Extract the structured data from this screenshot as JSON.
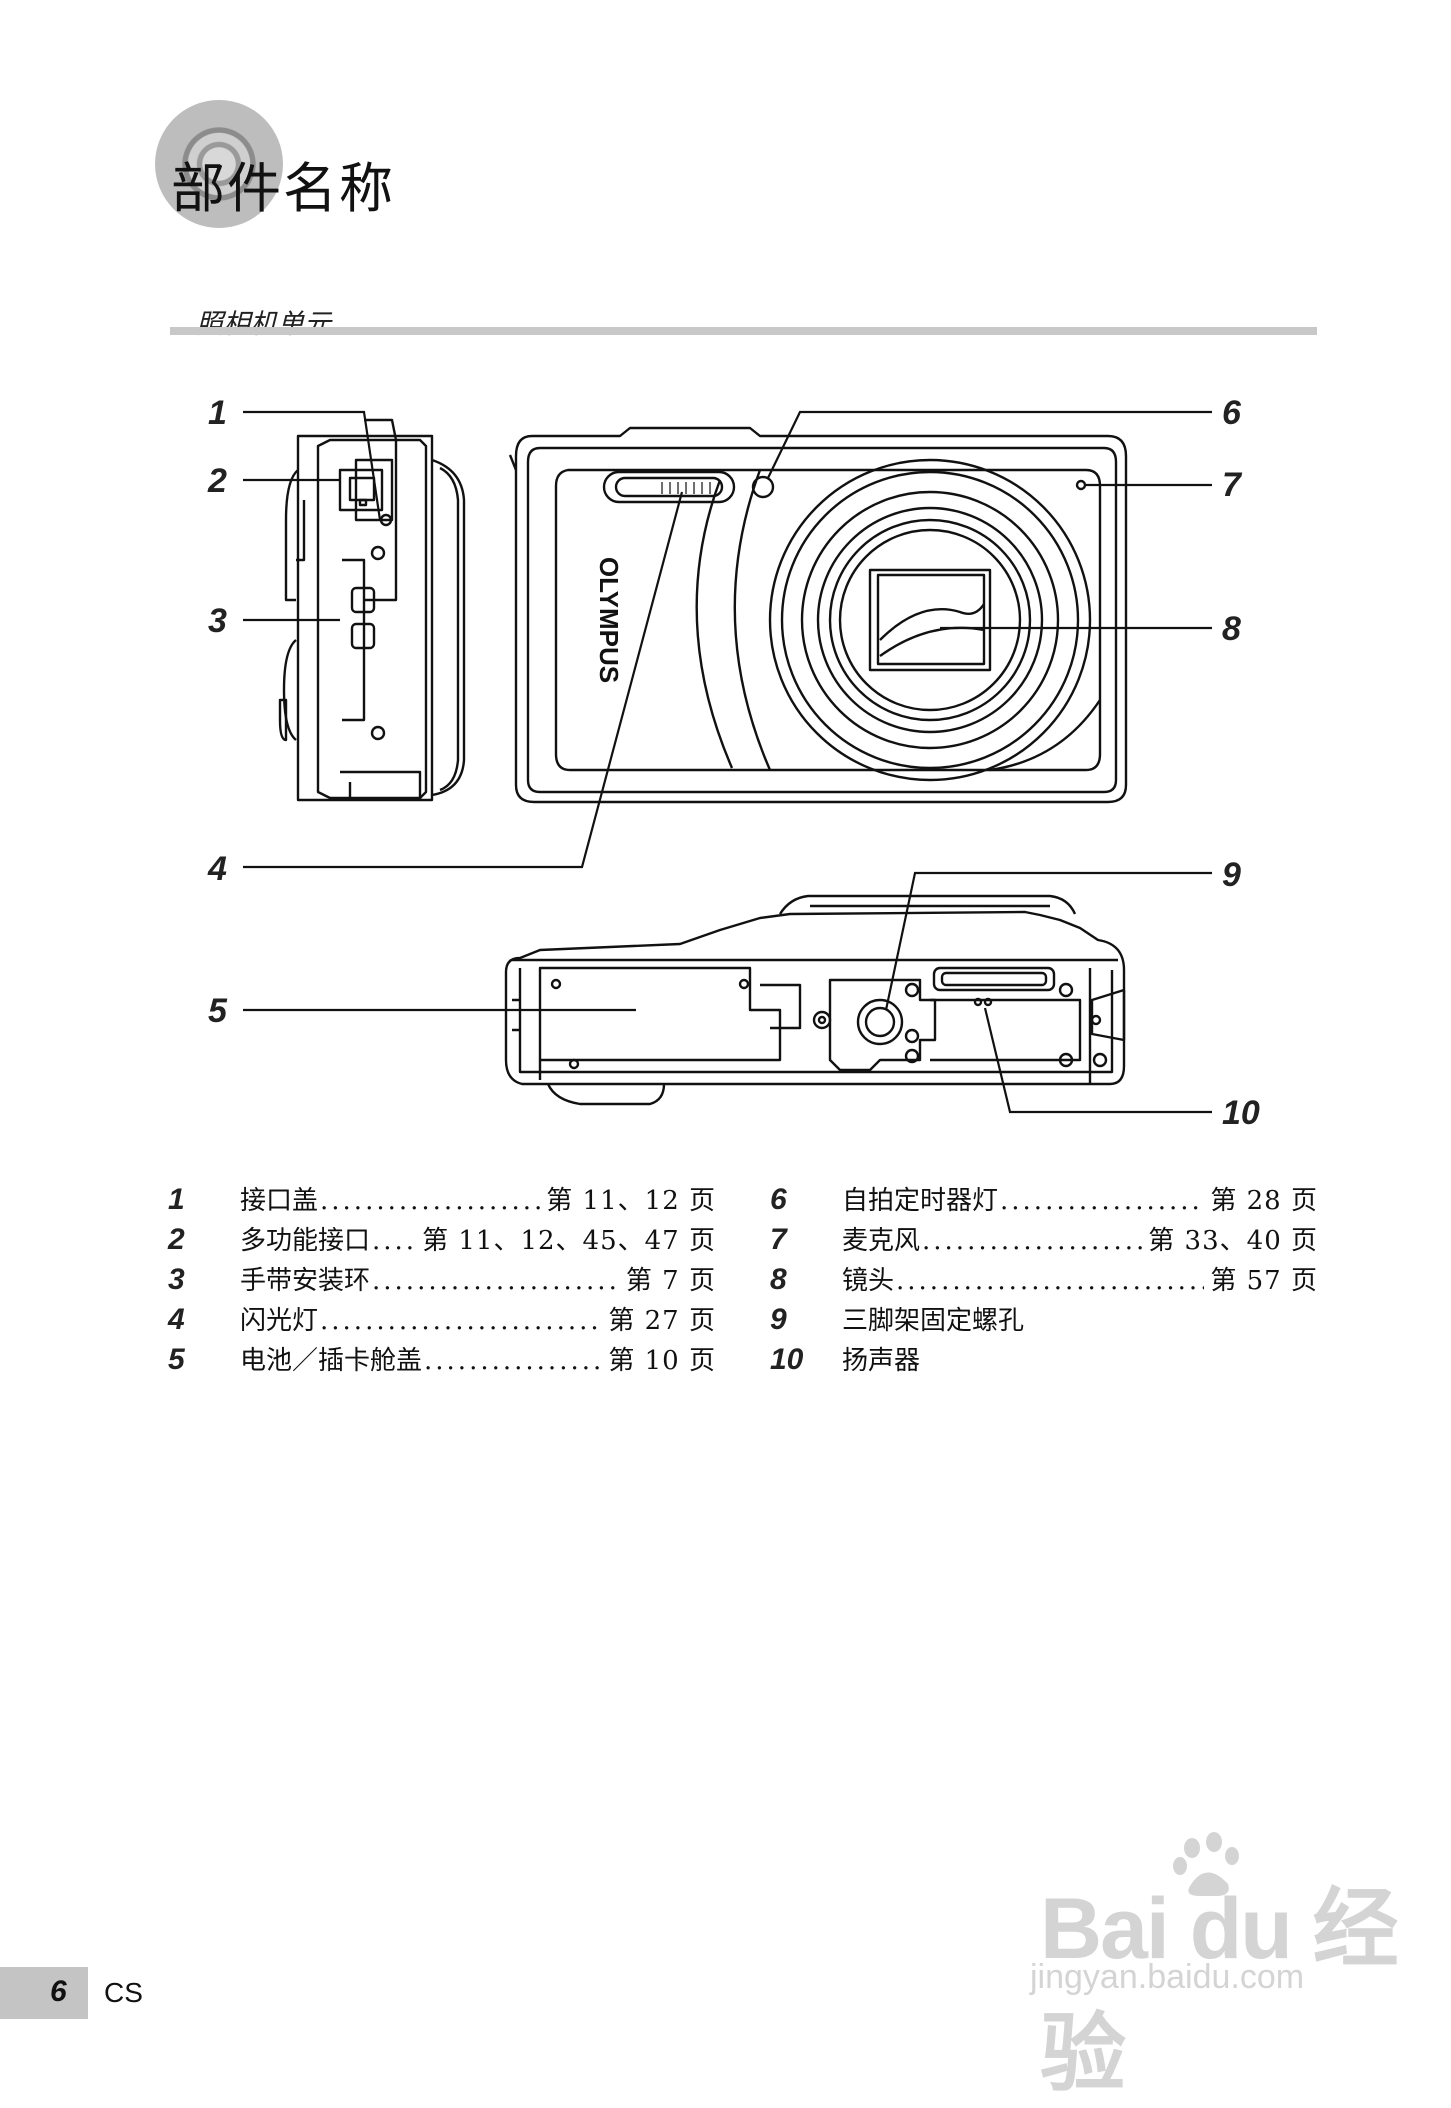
{
  "page": {
    "title": "部件名称",
    "section_title": "照相机单元",
    "footer": {
      "page_number": "6",
      "language": "CS"
    },
    "watermark": {
      "logo_text": "Bai du 经验",
      "url": "jingyan.baidu.com"
    }
  },
  "diagram": {
    "brand": "OLYMPUS",
    "callouts": [
      "1",
      "2",
      "3",
      "4",
      "5",
      "6",
      "7",
      "8",
      "9",
      "10"
    ]
  },
  "parts_left": [
    {
      "num": "1",
      "name": "接口盖",
      "ref": "第 11、12 页",
      "leader": true
    },
    {
      "num": "2",
      "name": "多功能接口",
      "ref": "第 11、12、45、47 页",
      "leader": true
    },
    {
      "num": "3",
      "name": "手带安装环",
      "ref": "第 7 页",
      "leader": true
    },
    {
      "num": "4",
      "name": "闪光灯",
      "ref": "第 27 页",
      "leader": true
    },
    {
      "num": "5",
      "name": "电池／插卡舱盖",
      "ref": "第 10 页",
      "leader": true
    }
  ],
  "parts_right": [
    {
      "num": "6",
      "name": "自拍定时器灯",
      "ref": "第 28 页",
      "leader": true
    },
    {
      "num": "7",
      "name": "麦克风",
      "ref": "第 33、40 页",
      "leader": true
    },
    {
      "num": "8",
      "name": "镜头",
      "ref": "第 57 页",
      "leader": true
    },
    {
      "num": "9",
      "name": "三脚架固定螺孔",
      "ref": "",
      "leader": false
    },
    {
      "num": "10",
      "name": "扬声器",
      "ref": "",
      "leader": false
    }
  ]
}
